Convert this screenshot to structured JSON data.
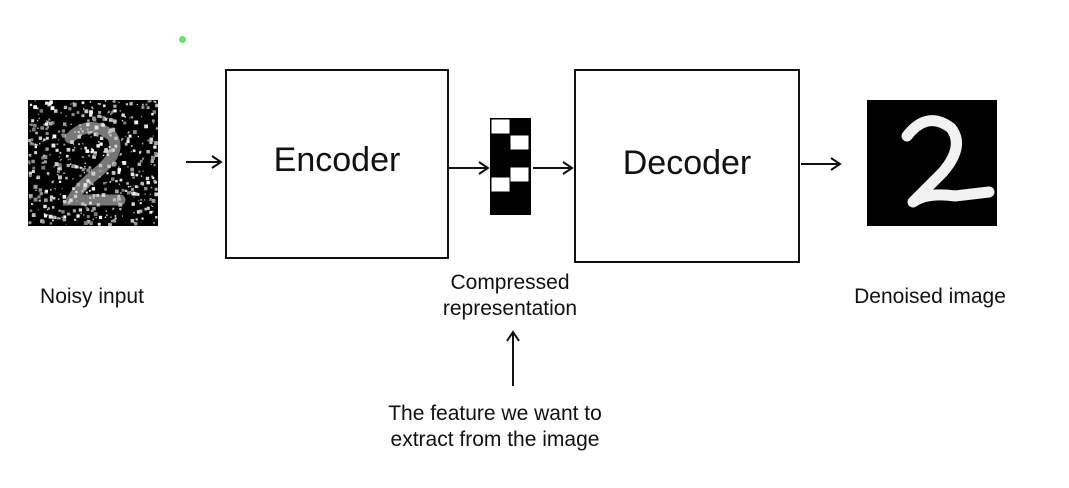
{
  "encoder": {
    "label": "Encoder"
  },
  "decoder": {
    "label": "Decoder"
  },
  "labels": {
    "noisy_input": "Noisy input",
    "compressed_line1": "Compressed",
    "compressed_line2": "representation",
    "denoised_image": "Denoised image",
    "feature_line1": "The feature we want to",
    "feature_line2": "extract from the image"
  },
  "images": {
    "noisy_input_digit": "2",
    "denoised_digit": "2"
  },
  "colors": {
    "stroke": "#111111",
    "image_background": "#000000",
    "highlight_dot": "#6ee06e"
  }
}
